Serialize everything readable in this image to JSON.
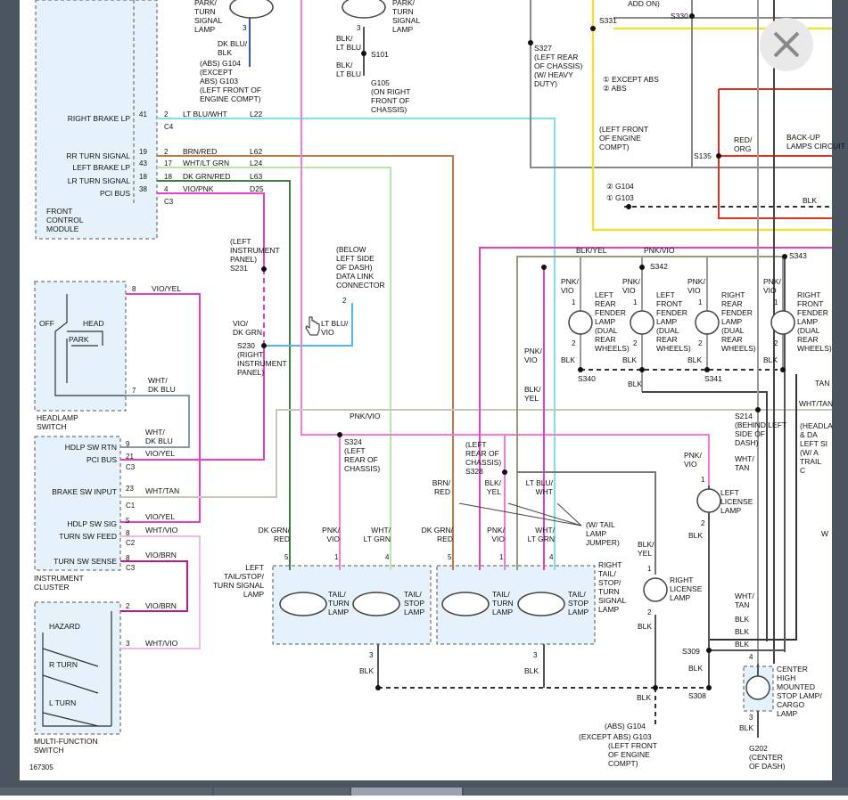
{
  "viewer": {
    "close_icon": "close-icon",
    "pointer_icon": "hand-pointer-icon",
    "bottom_tabs": [
      "",
      "",
      "",
      ""
    ]
  },
  "diagram": {
    "figure_number": "167305",
    "front_control_module": {
      "title": [
        "FRONT",
        "CONTROL",
        "MODULE"
      ],
      "pins": [
        {
          "label": "RIGHT BRAKE LP",
          "pin": "41"
        },
        {
          "label": "RR TURN SIGNAL",
          "pin": "19"
        },
        {
          "label": "LEFT BRAKE LP",
          "pin": "43"
        },
        {
          "label": "LR TURN SIGNAL",
          "pin": "18"
        },
        {
          "label": "PCI BUS",
          "pin": "38"
        }
      ],
      "conn_c4": "C4",
      "conn_c3": "C3",
      "wires": [
        {
          "pin": "2",
          "color": "LT BLU/WHT",
          "circuit": "L22"
        },
        {
          "pin": "2",
          "color": "BRN/RED",
          "circuit": "L62"
        },
        {
          "pin": "17",
          "color": "WHT/LT GRN",
          "circuit": "L24"
        },
        {
          "pin": "18",
          "color": "DK GRN/RED",
          "circuit": "L63"
        },
        {
          "pin": "4",
          "color": "VIO/PNK",
          "circuit": "D25"
        }
      ]
    },
    "top_left_lamp": {
      "labels": [
        "PARK/",
        "TURN",
        "SIGNAL",
        "LAMP"
      ],
      "pin": "3",
      "wire": [
        "DK BLU/",
        "BLK"
      ],
      "ground": [
        "(ABS)  G104",
        "(EXCEPT",
        "ABS)  G103",
        "(LEFT FRONT OF",
        "ENGINE COMPT)"
      ]
    },
    "top_mid_lamp": {
      "labels": [
        "PARK/",
        "TURN",
        "SIGNAL",
        "LAMP"
      ],
      "pin": "3",
      "wire1": [
        "BLK/",
        "LT BLU"
      ],
      "splice1": "S101",
      "wire2": [
        "BLK/",
        "LT BLU"
      ],
      "ground": [
        "G105",
        "(ON RIGHT",
        "FRONT OF",
        "CHASSIS)"
      ]
    },
    "top_right": {
      "add_on": "ADD ON)",
      "s331": "S331",
      "s330": "S330",
      "s327": [
        "S327",
        "(LEFT REAR",
        "OF CHASSIS)",
        "(W/ HEAVY",
        "DUTY)"
      ],
      "legend": [
        "① EXCEPT ABS",
        "② ABS"
      ],
      "engine": [
        "(LEFT FRONT",
        "OF ENGINE",
        "COMPT)"
      ],
      "g104": "② G104",
      "g103": "① G103",
      "s135": "S135",
      "red_org": [
        "RED/",
        "ORG"
      ],
      "backup": [
        "BACK-UP",
        "LAMPS CIRCUIT"
      ],
      "blk": "BLK"
    },
    "dash_connector": {
      "labels": [
        "(BELOW",
        "LEFT SIDE",
        "OF DASH)",
        "DATA LINK",
        "CONNECTOR"
      ],
      "pin": "2",
      "wire": [
        "LT BLU/",
        "VIO"
      ]
    },
    "splices_mid": {
      "s231": [
        "(LEFT",
        "INSTRUMENT",
        "PANEL)",
        "S231"
      ],
      "vio_dkgrn": [
        "VIO/",
        "DK GRN"
      ],
      "s230": [
        "S230",
        "(RIGHT",
        "INSTRUMENT",
        "PANEL)"
      ],
      "pnk_vio": "PNK/VIO",
      "s324": [
        "S324",
        "(LEFT",
        "REAR OF",
        "CHASSIS)"
      ]
    },
    "headlamp_switch": {
      "title": [
        "HEADLAMP",
        "SWITCH"
      ],
      "off": "OFF",
      "head": "HEAD",
      "park": "PARK",
      "pin8": "8",
      "wire8": "VIO/YEL",
      "pin7": "7",
      "wire7": [
        "WHT/",
        "DK BLU"
      ]
    },
    "instrument_cluster": {
      "title": [
        "INSTRUMENT",
        "CLUSTER"
      ],
      "rows": [
        {
          "label": "HDLP SW RTN",
          "pin": "9",
          "wire": "WHT/\nDK BLU"
        },
        {
          "label": "PCI BUS",
          "pin": "21",
          "wire": "VIO/YEL"
        },
        {
          "label": "BRAKE SW INPUT",
          "pin": "23",
          "wire": "WHT/TAN"
        },
        {
          "label": "HDLP SW SIG",
          "pin": "5",
          "wire": "VIO/YEL"
        },
        {
          "label": "TURN SW FEED",
          "pin": "8",
          "wire": "WHT/VIO"
        },
        {
          "label": "TURN SW SENSE",
          "pin": "8",
          "wire": "VIO/BRN"
        }
      ],
      "wht_dkblu": [
        "WHT/",
        "DK BLU"
      ],
      "c3": "C3",
      "c1": "C1",
      "c2": "C2",
      "c3b": "C3"
    },
    "multifunction_switch": {
      "title": [
        "MULTI-FUNCTION",
        "SWITCH"
      ],
      "hazard": "HAZARD",
      "rturn": "R TURN",
      "lturn": "L TURN",
      "pin2": "2",
      "wire2": "VIO/BRN",
      "pin3": "3",
      "wire3": "WHT/VIO"
    },
    "left_tail": {
      "title": [
        "LEFT",
        "TAIL/STOP/",
        "TURN SIGNAL",
        "LAMP"
      ],
      "wires": [
        {
          "pin": "5",
          "color": [
            "DK GRN/",
            "RED"
          ]
        },
        {
          "pin": "1",
          "color": [
            "PNK/",
            "VIO"
          ]
        },
        {
          "pin": "4",
          "color": [
            "WHT/",
            "LT GRN"
          ]
        }
      ],
      "bulb1": [
        "TAIL/",
        "TURN",
        "LAMP"
      ],
      "bulb2": [
        "TAIL/",
        "STOP",
        "LAMP"
      ],
      "gnd_pin": "3",
      "gnd": "BLK"
    },
    "right_tail": {
      "title": [
        "RIGHT",
        "TAIL/",
        "STOP/",
        "TURN",
        "SIGNAL",
        "LAMP"
      ],
      "wires": [
        {
          "pin": "5",
          "color": [
            "DK GRN/",
            "RED"
          ]
        },
        {
          "pin": "1",
          "color": [
            "PNK/",
            "VIO"
          ]
        },
        {
          "pin": "4",
          "color": [
            "WHT/",
            "LT GRN"
          ]
        }
      ],
      "bulb1": [
        "TAIL/",
        "TURN",
        "LAMP"
      ],
      "bulb2": [
        "TAIL/",
        "STOP",
        "LAMP"
      ],
      "gnd_pin": "3",
      "gnd": "BLK",
      "above": [
        [
          "BRN/",
          "RED"
        ],
        [
          "BLK/",
          "YEL"
        ],
        [
          "LT BLU/",
          "WHT"
        ]
      ],
      "jumper": [
        "(W/ TAIL",
        "LAMP",
        "JUMPER)"
      ],
      "s328": [
        "(LEFT",
        "REAR OF",
        "CHASSIS)",
        "S328"
      ]
    },
    "fender_lamps": {
      "bus_wire1": "BLK/YEL",
      "bus_wire2": "PNK/VIO",
      "s342": "S342",
      "s343": "S343",
      "lamps": [
        {
          "wire": [
            "PNK/",
            "VIO"
          ],
          "label": [
            "LEFT",
            "REAR",
            "FENDER",
            "LAMP",
            "(DUAL",
            "REAR",
            "WHEELS)"
          ]
        },
        {
          "wire": [
            "PNK/",
            "VIO"
          ],
          "label": [
            "LEFT",
            "FRONT",
            "FENDER",
            "LAMP",
            "(DUAL",
            "REAR",
            "WHEELS)"
          ]
        },
        {
          "wire": [
            "PNK/",
            "VIO"
          ],
          "label": [
            "RIGHT",
            "REAR",
            "FENDER",
            "LAMP",
            "(DUAL",
            "REAR",
            "WHEELS)"
          ]
        },
        {
          "wire": [
            "PNK/",
            "VIO"
          ],
          "label": [
            "RIGHT",
            "FRONT",
            "FENDER",
            "LAMP",
            "(DUAL",
            "REAR",
            "WHEELS)"
          ]
        }
      ],
      "pin1": "1",
      "pin2": "2",
      "blk": "BLK",
      "s340": "S340",
      "s341": "S341",
      "side_wire": [
        "PNK/",
        "VIO"
      ],
      "side_wire2": [
        "BLK/",
        "YEL"
      ]
    },
    "license_lamps": {
      "s214": [
        "S214",
        "(BEHIND LEFT",
        "SIDE OF",
        "DASH)"
      ],
      "left_wire": [
        "PNK/",
        "VIO"
      ],
      "wht_tan": [
        "WHT/",
        "TAN"
      ],
      "left_label": [
        "LEFT",
        "LICENSE",
        "LAMP"
      ],
      "right_wire": [
        "BLK/",
        "YEL"
      ],
      "right_label": [
        "RIGHT",
        "LICENSE",
        "LAMP"
      ],
      "pin1": "1",
      "pin2": "2",
      "blk": "BLK",
      "wht_tan2": [
        "WHT/",
        "TAN"
      ],
      "s309": "S309",
      "s308": "S308",
      "blk_list": [
        "BLK",
        "BLK",
        "BLK"
      ]
    },
    "chmsl": {
      "label": [
        "CENTER",
        "HIGH",
        "MOUNTED",
        "STOP LAMP/",
        "CARGO",
        "LAMP"
      ],
      "pin4": "4",
      "pin3": "3",
      "blk": "BLK",
      "g202": [
        "G202",
        "(CENTER",
        "OF DASH)"
      ]
    },
    "bottom_ground": {
      "g104": "(ABS)  G104",
      "g103": "(EXCEPT ABS)  G103",
      "loc": [
        "(LEFT FRONT",
        "OF ENGINE",
        "COMPT)"
      ],
      "blk": "BLK"
    },
    "far_right": {
      "wht_tan": "WHT/TAN",
      "lines": [
        "(HEADLA",
        "& DA",
        "LEFT SI",
        "(W/ A",
        "TRAIL",
        "C"
      ],
      "w": "W",
      "tan": "TAN"
    }
  }
}
